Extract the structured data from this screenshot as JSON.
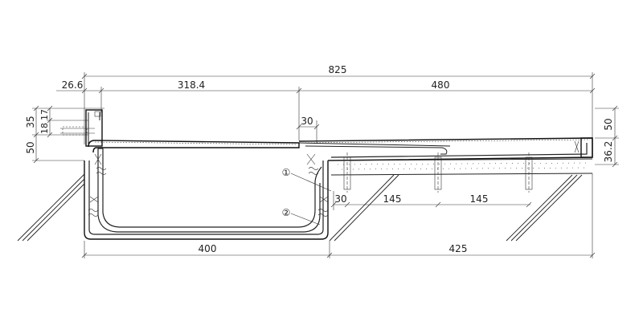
{
  "dimensions": {
    "overall": "825",
    "left_edge": "26.6",
    "trench_cover": "318.4",
    "right_plate": "480",
    "flange": "30",
    "dim_35": "35",
    "dim_17": "17",
    "dim_18": "18",
    "dim_50_left": "50",
    "dim_50_right": "50",
    "dim_36_2": "36.2",
    "bolt_edge": "30",
    "bolt_pitch_1": "145",
    "bolt_pitch_2": "145",
    "trench_width": "400",
    "slab_width": "425"
  },
  "callouts": {
    "item_1": "①",
    "item_2": "②"
  }
}
